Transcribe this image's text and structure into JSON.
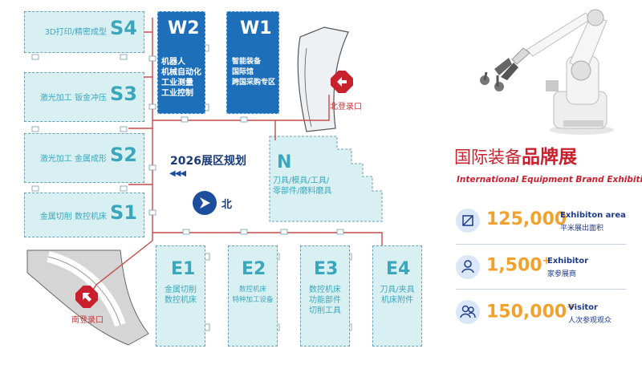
{
  "halls": {
    "s4": {
      "code": "S4",
      "desc": "3D打印/精密成型"
    },
    "s3": {
      "code": "S3",
      "desc": "激光加工  钣金冲压"
    },
    "s2": {
      "code": "S2",
      "desc": "激光加工  金属成形"
    },
    "s1": {
      "code": "S1",
      "desc": "金属切削  数控机床"
    },
    "w2": {
      "code": "W2",
      "desc": "机器人\n机械自动化\n工业测量\n工业控制"
    },
    "w1": {
      "code": "W1",
      "desc": "智能装备\n国际馆\n跨国采购专区"
    },
    "n": {
      "code": "N",
      "desc": "刀具/模具/工具/\n零部件/磨料磨具"
    },
    "e1": {
      "code": "E1",
      "desc": "金属切削\n数控机床"
    },
    "e2": {
      "code": "E2",
      "desc": "数控机床\n特种加工设备"
    },
    "e3": {
      "code": "E3",
      "desc": "数控机床\n功能部件\n切削工具"
    },
    "e4": {
      "code": "E4",
      "desc": "刀具/夹具\n机床附件"
    }
  },
  "plan": {
    "title": "2026展区规划",
    "arrows": "◀◀◀",
    "north": "北",
    "north_entrance": "北登录口",
    "south_entrance": "南登录口"
  },
  "brand": {
    "title_thin": "国际装备",
    "title_bold": "品牌展",
    "subtitle": "International Equipment Brand Exhibition"
  },
  "stats": [
    {
      "icon": "area-icon",
      "number": "125,000",
      "plus": "",
      "en": "Exhibiton area",
      "cn": "平米展出面积"
    },
    {
      "icon": "exhibitor-icon",
      "number": "1,500",
      "plus": "+",
      "en": "Exhibitor",
      "cn": "家参展商"
    },
    {
      "icon": "visitor-icon",
      "number": "150,000",
      "plus": "+",
      "en": "Visitor",
      "cn": "人次参观观众"
    }
  ],
  "colors": {
    "accent_red": "#c8202d",
    "hall_light": "#d9f0f3",
    "hall_dark": "#1d6fba",
    "stat_orange": "#f2a12c",
    "route": "#c64a4a"
  }
}
